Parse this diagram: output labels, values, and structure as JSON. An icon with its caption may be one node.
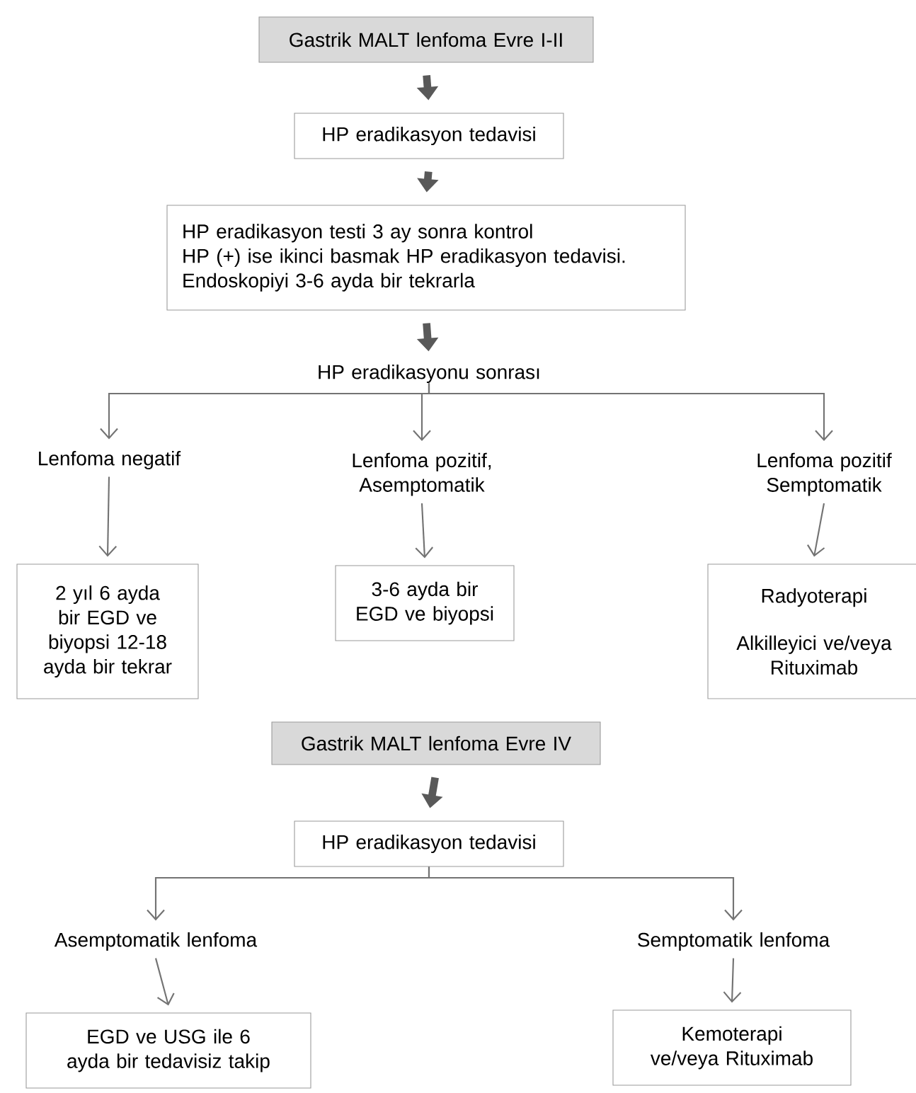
{
  "diagram": {
    "nodes": [
      {
        "text": [
          "Gastrik MALT lenfoma Evre I-II"
        ]
      },
      {
        "text": [
          "HP eradikasyon tedavisi"
        ]
      },
      {
        "text": [
          "HP eradikasyon testi 3 ay sonra kontrol",
          "HP (+) ise ikinci basmak HP eradikasyon tedavisi.",
          "Endoskopiyi 3-6 ayda bir tekrarla"
        ]
      },
      {
        "text": [
          "HP eradikasyonu sonrası"
        ]
      },
      {
        "text": [
          "Lenfoma  negatif"
        ]
      },
      {
        "text": [
          "Lenfoma  pozitif,",
          "Asemptomatik"
        ]
      },
      {
        "text": [
          "Lenfoma  pozitif",
          "Semptomatik"
        ]
      },
      {
        "text": [
          "2 yıl 6 ayda bir EGD ve biyopsi 12-18 ayda bir tekrar"
        ]
      },
      {
        "text": [
          "3-6 ayda bir EGD ve biyopsi"
        ]
      },
      {
        "text": [
          "Radyoterapi",
          "Alkilleyici ve/veya Rituximab"
        ]
      },
      {
        "text": [
          "Gastrik MALT lenfoma Evre IV"
        ]
      },
      {
        "text": [
          "HP eradikasyon tedavisi"
        ]
      },
      {
        "text": [
          "Asemptomatik lenfoma"
        ]
      },
      {
        "text": [
          "Semptomatik lenfoma"
        ]
      },
      {
        "text": [
          "EGD ve USG ile 6 ayda bir tedavisiz  takip"
        ]
      },
      {
        "text": [
          "Kemoterapi ve/veya Rituximab"
        ]
      }
    ],
    "edges": [
      {
        "from": 0,
        "to": 1,
        "arrow": "to",
        "style": "thick"
      },
      {
        "from": 1,
        "to": 2,
        "arrow": "to",
        "style": "thick"
      },
      {
        "from": 2,
        "to": 3,
        "arrow": "to",
        "style": "thick"
      },
      {
        "from": 3,
        "to": 4,
        "arrow": "to"
      },
      {
        "from": 3,
        "to": 5,
        "arrow": "to"
      },
      {
        "from": 3,
        "to": 6,
        "arrow": "to"
      },
      {
        "from": 4,
        "to": 7,
        "arrow": "to"
      },
      {
        "from": 5,
        "to": 8,
        "arrow": "to"
      },
      {
        "from": 6,
        "to": 9,
        "arrow": "to"
      },
      {
        "from": 10,
        "to": 11,
        "arrow": "to",
        "style": "thick"
      },
      {
        "from": 11,
        "to": 12,
        "arrow": "to"
      },
      {
        "from": 11,
        "to": 13,
        "arrow": "to"
      },
      {
        "from": 12,
        "to": 14,
        "arrow": "to"
      },
      {
        "from": 13,
        "to": 15,
        "arrow": "to"
      }
    ]
  }
}
